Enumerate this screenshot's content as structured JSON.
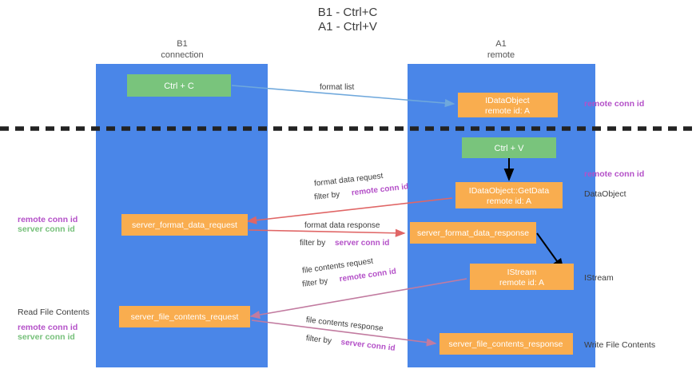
{
  "title": {
    "line1": "B1 - Ctrl+C",
    "line2": "A1 - Ctrl+V"
  },
  "lanes": [
    {
      "name": "B1",
      "sub": "connection"
    },
    {
      "name": "A1",
      "sub": "remote"
    }
  ],
  "nodes": {
    "ctrl_c": "Ctrl + C",
    "ctrl_v": "Ctrl + V",
    "idataobject_title": "IDataObject",
    "idataobject_sub": "remote id: A",
    "getdata_title": "IDataObject::GetData",
    "getdata_sub": "remote id: A",
    "istream_title": "IStream",
    "istream_sub": "remote id: A",
    "server_format_data_request": "server_format_data_request",
    "server_format_data_response": "server_format_data_response",
    "server_file_contents_request": "server_file_contents_request",
    "server_file_contents_response": "server_file_contents_response"
  },
  "edges": {
    "format_list": "format list",
    "format_data_request": "format data request",
    "format_data_response": "format data response",
    "file_contents_request": "file contents request",
    "file_contents_response": "file contents response",
    "filter_by": "filter by"
  },
  "terms": {
    "remote_conn_id": "remote conn id",
    "server_conn_id": "server conn id"
  },
  "side_labels": {
    "right_remote_conn_top": "remote conn id",
    "right_remote_conn_mid": "remote conn id",
    "dataobject": "DataObject",
    "istream": "IStream",
    "write_file_contents": "Write File Contents",
    "read_file_contents": "Read File Contents"
  },
  "colors": {
    "lane": "#4a86e8",
    "green_box": "#79c47c",
    "orange_box": "#f9ad4f",
    "purple": "#b450c8",
    "green_text": "#76c07a",
    "blue_arrow": "#6fa8dc",
    "red_arrow": "#e06666",
    "black_arrow": "#000000",
    "magenta_arrow": "#c27ba0"
  }
}
